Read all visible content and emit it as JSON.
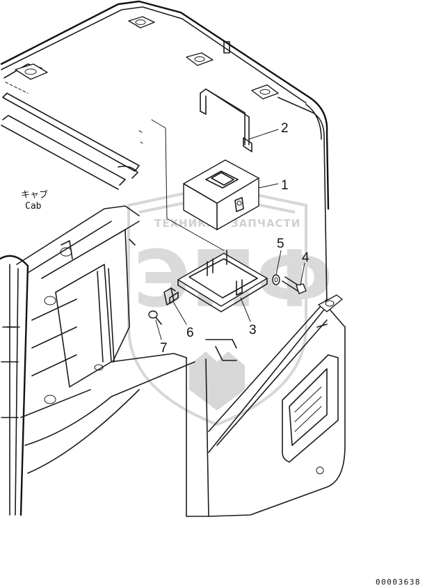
{
  "watermark": {
    "top_text": "ТЕХНИКА",
    "right_text": "ЗАПЧАСТИ",
    "logo_text": "ЭПФ"
  },
  "labels": {
    "cab_jp": "キャブ",
    "cab_en": "Cab"
  },
  "callouts": [
    {
      "number": "1"
    },
    {
      "number": "2"
    },
    {
      "number": "3"
    },
    {
      "number": "4"
    },
    {
      "number": "5"
    },
    {
      "number": "6"
    },
    {
      "number": "7"
    }
  ],
  "doc_number": "00003638"
}
